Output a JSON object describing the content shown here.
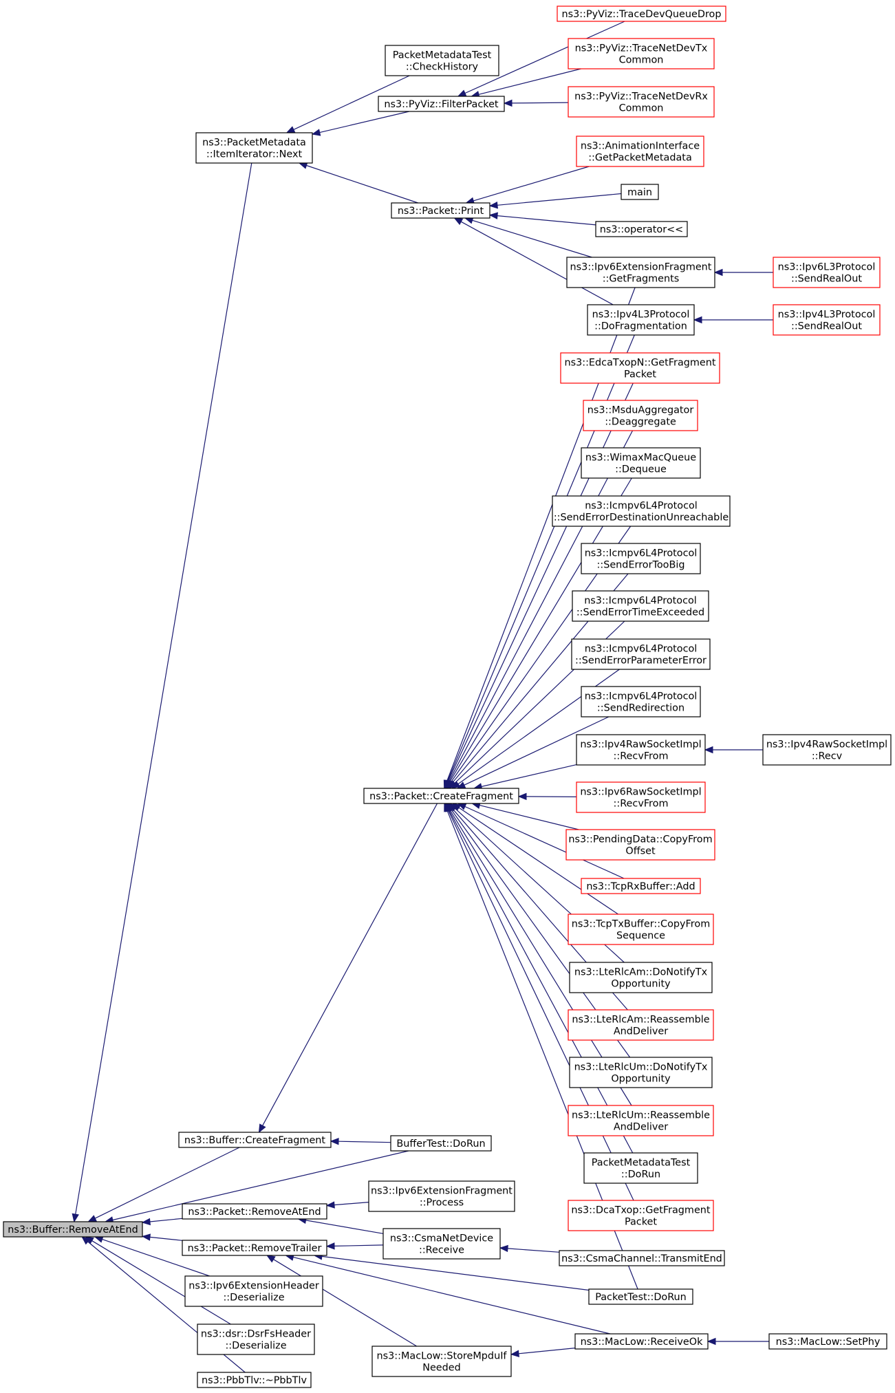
{
  "colors": {
    "edge": "#191970",
    "border_normal": "#000000",
    "border_truncated": "#ff0000",
    "focus_fill": "#bfbfbf",
    "background": "#ffffff"
  },
  "nodes": {
    "buffer_remove_at_end": {
      "lines": [
        "ns3::Buffer::RemoveAtEnd"
      ],
      "style": "focus"
    },
    "packet_metadata_item_iterator_next": {
      "lines": [
        "ns3::PacketMetadata",
        "::ItemIterator::Next"
      ],
      "style": "normal"
    },
    "packet_metadata_test_check_history": {
      "lines": [
        "PacketMetadataTest",
        "::CheckHistory"
      ],
      "style": "normal"
    },
    "pyviz_filter_packet": {
      "lines": [
        "ns3::PyViz::FilterPacket"
      ],
      "style": "normal"
    },
    "pyviz_trace_dev_queue_drop": {
      "lines": [
        "ns3::PyViz::TraceDevQueueDrop"
      ],
      "style": "truncated"
    },
    "pyviz_trace_net_dev_tx_common": {
      "lines": [
        "ns3::PyViz::TraceNetDevTx",
        "Common"
      ],
      "style": "truncated"
    },
    "pyviz_trace_net_dev_rx_common": {
      "lines": [
        "ns3::PyViz::TraceNetDevRx",
        "Common"
      ],
      "style": "truncated"
    },
    "packet_print": {
      "lines": [
        "ns3::Packet::Print"
      ],
      "style": "normal"
    },
    "animation_interface_get_packet_metadata": {
      "lines": [
        "ns3::AnimationInterface",
        "::GetPacketMetadata"
      ],
      "style": "truncated"
    },
    "main": {
      "lines": [
        "main"
      ],
      "style": "normal"
    },
    "operator_shift": {
      "lines": [
        "ns3::operator<<"
      ],
      "style": "normal"
    },
    "ipv6_extension_fragment_get_fragments": {
      "lines": [
        "ns3::Ipv6ExtensionFragment",
        "::GetFragments"
      ],
      "style": "normal"
    },
    "ipv6l3_send_real_out": {
      "lines": [
        "ns3::Ipv6L3Protocol",
        "::SendRealOut"
      ],
      "style": "truncated"
    },
    "ipv4l3_do_fragmentation": {
      "lines": [
        "ns3::Ipv4L3Protocol",
        "::DoFragmentation"
      ],
      "style": "normal"
    },
    "ipv4l3_send_real_out": {
      "lines": [
        "ns3::Ipv4L3Protocol",
        "::SendRealOut"
      ],
      "style": "truncated"
    },
    "edca_get_fragment_packet": {
      "lines": [
        "ns3::EdcaTxopN::GetFragment",
        "Packet"
      ],
      "style": "truncated"
    },
    "msdu_aggregator_deaggregate": {
      "lines": [
        "ns3::MsduAggregator",
        "::Deaggregate"
      ],
      "style": "truncated"
    },
    "wimax_mac_queue_dequeue": {
      "lines": [
        "ns3::WimaxMacQueue",
        "::Dequeue"
      ],
      "style": "normal"
    },
    "icmpv6_send_error_destination_unreachable": {
      "lines": [
        "ns3::Icmpv6L4Protocol",
        "::SendErrorDestinationUnreachable"
      ],
      "style": "normal"
    },
    "icmpv6_send_error_too_big": {
      "lines": [
        "ns3::Icmpv6L4Protocol",
        "::SendErrorTooBig"
      ],
      "style": "normal"
    },
    "icmpv6_send_error_time_exceeded": {
      "lines": [
        "ns3::Icmpv6L4Protocol",
        "::SendErrorTimeExceeded"
      ],
      "style": "normal"
    },
    "icmpv6_send_error_parameter_error": {
      "lines": [
        "ns3::Icmpv6L4Protocol",
        "::SendErrorParameterError"
      ],
      "style": "normal"
    },
    "icmpv6_send_redirection": {
      "lines": [
        "ns3::Icmpv6L4Protocol",
        "::SendRedirection"
      ],
      "style": "normal"
    },
    "ipv4_raw_socket_recv_from": {
      "lines": [
        "ns3::Ipv4RawSocketImpl",
        "::RecvFrom"
      ],
      "style": "normal"
    },
    "ipv4_raw_socket_recv": {
      "lines": [
        "ns3::Ipv4RawSocketImpl",
        "::Recv"
      ],
      "style": "normal"
    },
    "packet_create_fragment": {
      "lines": [
        "ns3::Packet::CreateFragment"
      ],
      "style": "normal"
    },
    "ipv6_raw_socket_recv_from": {
      "lines": [
        "ns3::Ipv6RawSocketImpl",
        "::RecvFrom"
      ],
      "style": "truncated"
    },
    "pending_data_copy_from_offset": {
      "lines": [
        "ns3::PendingData::CopyFrom",
        "Offset"
      ],
      "style": "truncated"
    },
    "tcp_rx_buffer_add": {
      "lines": [
        "ns3::TcpRxBuffer::Add"
      ],
      "style": "truncated"
    },
    "tcp_tx_buffer_copy_from_sequence": {
      "lines": [
        "ns3::TcpTxBuffer::CopyFrom",
        "Sequence"
      ],
      "style": "truncated"
    },
    "lte_rlc_am_do_notify_tx_opportunity": {
      "lines": [
        "ns3::LteRlcAm::DoNotifyTx",
        "Opportunity"
      ],
      "style": "normal"
    },
    "lte_rlc_am_reassemble_and_deliver": {
      "lines": [
        "ns3::LteRlcAm::Reassemble",
        "AndDeliver"
      ],
      "style": "truncated"
    },
    "lte_rlc_um_do_notify_tx_opportunity": {
      "lines": [
        "ns3::LteRlcUm::DoNotifyTx",
        "Opportunity"
      ],
      "style": "normal"
    },
    "lte_rlc_um_reassemble_and_deliver": {
      "lines": [
        "ns3::LteRlcUm::Reassemble",
        "AndDeliver"
      ],
      "style": "truncated"
    },
    "packet_metadata_test_do_run": {
      "lines": [
        "PacketMetadataTest",
        "::DoRun"
      ],
      "style": "normal"
    },
    "dca_txop_get_fragment_packet": {
      "lines": [
        "ns3::DcaTxop::GetFragment",
        "Packet"
      ],
      "style": "truncated"
    },
    "buffer_create_fragment": {
      "lines": [
        "ns3::Buffer::CreateFragment"
      ],
      "style": "normal"
    },
    "buffer_test_do_run": {
      "lines": [
        "BufferTest::DoRun"
      ],
      "style": "normal"
    },
    "packet_remove_at_end": {
      "lines": [
        "ns3::Packet::RemoveAtEnd"
      ],
      "style": "normal"
    },
    "ipv6_extension_fragment_process": {
      "lines": [
        "ns3::Ipv6ExtensionFragment",
        "::Process"
      ],
      "style": "normal"
    },
    "packet_remove_trailer": {
      "lines": [
        "ns3::Packet::RemoveTrailer"
      ],
      "style": "normal"
    },
    "csma_net_device_receive": {
      "lines": [
        "ns3::CsmaNetDevice",
        "::Receive"
      ],
      "style": "normal"
    },
    "csma_channel_transmit_end": {
      "lines": [
        "ns3::CsmaChannel::TransmitEnd"
      ],
      "style": "normal"
    },
    "packet_test_do_run": {
      "lines": [
        "PacketTest::DoRun"
      ],
      "style": "normal"
    },
    "ipv6_extension_header_deserialize": {
      "lines": [
        "ns3::Ipv6ExtensionHeader",
        "::Deserialize"
      ],
      "style": "normal"
    },
    "dsr_fs_header_deserialize": {
      "lines": [
        "ns3::dsr::DsrFsHeader",
        "::Deserialize"
      ],
      "style": "normal"
    },
    "mac_low_receive_ok": {
      "lines": [
        "ns3::MacLow::ReceiveOk"
      ],
      "style": "normal"
    },
    "mac_low_set_phy": {
      "lines": [
        "ns3::MacLow::SetPhy"
      ],
      "style": "normal"
    },
    "pbb_tlv_destructor": {
      "lines": [
        "ns3::PbbTlv::~PbbTlv"
      ],
      "style": "normal"
    },
    "mac_low_store_mpdu_if_needed": {
      "lines": [
        "ns3::MacLow::StoreMpduIf",
        "Needed"
      ],
      "style": "normal"
    }
  },
  "edges": [
    [
      "packet_metadata_item_iterator_next",
      "buffer_remove_at_end"
    ],
    [
      "buffer_create_fragment",
      "buffer_remove_at_end"
    ],
    [
      "buffer_test_do_run",
      "buffer_remove_at_end"
    ],
    [
      "packet_remove_at_end",
      "buffer_remove_at_end"
    ],
    [
      "packet_remove_trailer",
      "buffer_remove_at_end"
    ],
    [
      "ipv6_extension_header_deserialize",
      "buffer_remove_at_end"
    ],
    [
      "dsr_fs_header_deserialize",
      "buffer_remove_at_end"
    ],
    [
      "pbb_tlv_destructor",
      "buffer_remove_at_end"
    ],
    [
      "packet_metadata_test_check_history",
      "packet_metadata_item_iterator_next"
    ],
    [
      "pyviz_filter_packet",
      "packet_metadata_item_iterator_next"
    ],
    [
      "packet_print",
      "packet_metadata_item_iterator_next"
    ],
    [
      "pyviz_trace_dev_queue_drop",
      "pyviz_filter_packet"
    ],
    [
      "pyviz_trace_net_dev_tx_common",
      "pyviz_filter_packet"
    ],
    [
      "pyviz_trace_net_dev_rx_common",
      "pyviz_filter_packet"
    ],
    [
      "animation_interface_get_packet_metadata",
      "packet_print"
    ],
    [
      "main",
      "packet_print"
    ],
    [
      "operator_shift",
      "packet_print"
    ],
    [
      "ipv6_extension_fragment_get_fragments",
      "packet_print"
    ],
    [
      "ipv4l3_do_fragmentation",
      "packet_print"
    ],
    [
      "ipv6l3_send_real_out",
      "ipv6_extension_fragment_get_fragments"
    ],
    [
      "ipv4l3_send_real_out",
      "ipv4l3_do_fragmentation"
    ],
    [
      "ipv4_raw_socket_recv",
      "ipv4_raw_socket_recv_from"
    ],
    [
      "packet_create_fragment",
      "buffer_create_fragment"
    ],
    [
      "ipv6_extension_fragment_get_fragments",
      "packet_create_fragment"
    ],
    [
      "ipv4l3_do_fragmentation",
      "packet_create_fragment"
    ],
    [
      "edca_get_fragment_packet",
      "packet_create_fragment"
    ],
    [
      "msdu_aggregator_deaggregate",
      "packet_create_fragment"
    ],
    [
      "wimax_mac_queue_dequeue",
      "packet_create_fragment"
    ],
    [
      "icmpv6_send_error_destination_unreachable",
      "packet_create_fragment"
    ],
    [
      "icmpv6_send_error_too_big",
      "packet_create_fragment"
    ],
    [
      "icmpv6_send_error_time_exceeded",
      "packet_create_fragment"
    ],
    [
      "icmpv6_send_error_parameter_error",
      "packet_create_fragment"
    ],
    [
      "icmpv6_send_redirection",
      "packet_create_fragment"
    ],
    [
      "ipv4_raw_socket_recv_from",
      "packet_create_fragment"
    ],
    [
      "ipv6_raw_socket_recv_from",
      "packet_create_fragment"
    ],
    [
      "pending_data_copy_from_offset",
      "packet_create_fragment"
    ],
    [
      "tcp_rx_buffer_add",
      "packet_create_fragment"
    ],
    [
      "tcp_tx_buffer_copy_from_sequence",
      "packet_create_fragment"
    ],
    [
      "lte_rlc_am_do_notify_tx_opportunity",
      "packet_create_fragment"
    ],
    [
      "lte_rlc_am_reassemble_and_deliver",
      "packet_create_fragment"
    ],
    [
      "lte_rlc_um_do_notify_tx_opportunity",
      "packet_create_fragment"
    ],
    [
      "lte_rlc_um_reassemble_and_deliver",
      "packet_create_fragment"
    ],
    [
      "packet_metadata_test_do_run",
      "packet_create_fragment"
    ],
    [
      "dca_txop_get_fragment_packet",
      "packet_create_fragment"
    ],
    [
      "packet_test_do_run",
      "packet_create_fragment"
    ],
    [
      "buffer_test_do_run",
      "buffer_create_fragment"
    ],
    [
      "ipv6_extension_fragment_process",
      "packet_remove_at_end"
    ],
    [
      "csma_net_device_receive",
      "packet_remove_at_end"
    ],
    [
      "csma_net_device_receive",
      "packet_remove_trailer"
    ],
    [
      "packet_test_do_run",
      "packet_remove_trailer"
    ],
    [
      "mac_low_receive_ok",
      "packet_remove_trailer"
    ],
    [
      "mac_low_store_mpdu_if_needed",
      "packet_remove_trailer"
    ],
    [
      "csma_channel_transmit_end",
      "csma_net_device_receive"
    ],
    [
      "mac_low_set_phy",
      "mac_low_receive_ok"
    ],
    [
      "mac_low_receive_ok",
      "mac_low_store_mpdu_if_needed"
    ]
  ]
}
